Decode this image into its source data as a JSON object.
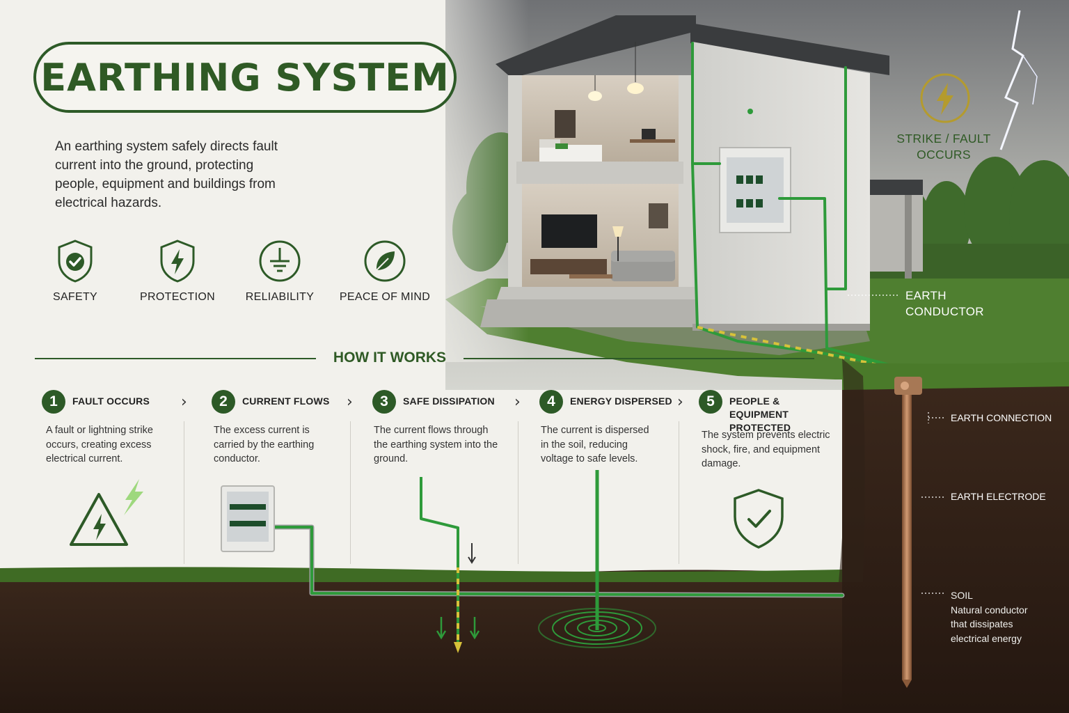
{
  "title": "EARTHING SYSTEM",
  "intro": "An earthing system safely directs fault current into the ground, protecting people, equipment and buildings from electrical hazards.",
  "benefits": [
    {
      "label": "SAFETY",
      "icon": "shield-check-icon"
    },
    {
      "label": "PROTECTION",
      "icon": "shield-bolt-icon"
    },
    {
      "label": "RELIABILITY",
      "icon": "earth-ground-icon"
    },
    {
      "label": "PEACE OF MIND",
      "icon": "leaf-icon"
    }
  ],
  "how_it_works": {
    "title": "HOW IT WORKS",
    "steps": [
      {
        "number": "1",
        "title": "FAULT OCCURS",
        "description": "A fault or lightning strike occurs, creating excess electrical current.",
        "icon": "warning-bolt-icon"
      },
      {
        "number": "2",
        "title": "CURRENT FLOWS",
        "description": "The excess current is carried by the earthing conductor.",
        "icon": "distribution-board-icon"
      },
      {
        "number": "3",
        "title": "SAFE DISSIPATION",
        "description": "The current flows through the earthing system into the ground.",
        "icon": "down-arrow-icon"
      },
      {
        "number": "4",
        "title": "ENERGY DISPERSED",
        "description": "The current is dispersed in the soil, reducing voltage to safe levels.",
        "icon": "ripple-icon"
      },
      {
        "number": "5",
        "title": "PEOPLE & EQUIPMENT PROTECTED",
        "description": "The system prevents electric shock, fire, and equipment damage.",
        "icon": "shield-check-icon"
      }
    ]
  },
  "callouts": {
    "strike": "STRIKE / FAULT OCCURS",
    "earth_conductor": "EARTH CONDUCTOR",
    "earth_connection": "EARTH CONNECTION",
    "earth_electrode": "EARTH ELECTRODE",
    "soil_title": "SOIL",
    "soil_desc": "Natural conductor that dissipates electrical energy"
  },
  "colors": {
    "brand_green": "#2d5a27",
    "conductor_green": "#2e9a3a",
    "earth_yellow": "#d7c23a",
    "soil_brown": "#3a271b",
    "copper": "#b07a55"
  }
}
